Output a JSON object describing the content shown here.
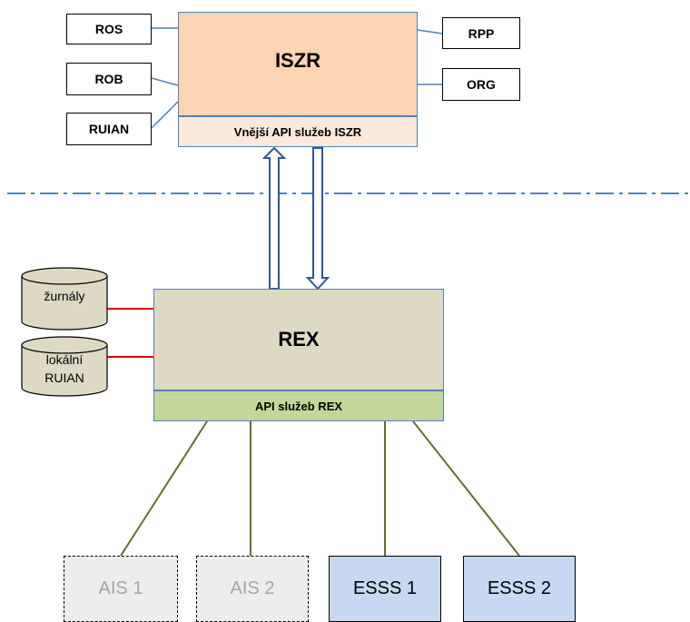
{
  "iszr": {
    "title": "ISZR",
    "api_label": "Vnější API služeb ISZR",
    "registers_left": [
      "ROS",
      "ROB",
      "RUIAN"
    ],
    "registers_right": [
      "RPP",
      "ORG"
    ]
  },
  "rex": {
    "title": "REX",
    "api_label": "API služeb REX"
  },
  "stores": [
    {
      "lines": [
        "žurnály"
      ]
    },
    {
      "lines": [
        "lokální",
        "RUIAN"
      ]
    }
  ],
  "clients": [
    {
      "label": "AIS 1",
      "style": "dashed"
    },
    {
      "label": "AIS 2",
      "style": "dashed"
    },
    {
      "label": "ESSS 1",
      "style": "solid"
    },
    {
      "label": "ESSS 2",
      "style": "solid"
    }
  ],
  "colors": {
    "iszr_fill": "#fbd4b4",
    "iszr_api_fill": "#fde9d9",
    "rex_fill": "#ddd9c3",
    "rex_api_fill": "#c4d79b",
    "esss_fill": "#c6d9f1",
    "ais_fill": "#ededed",
    "line_blue": "#4f81bd",
    "line_red": "#e00000",
    "line_olive": "#5e7030"
  }
}
